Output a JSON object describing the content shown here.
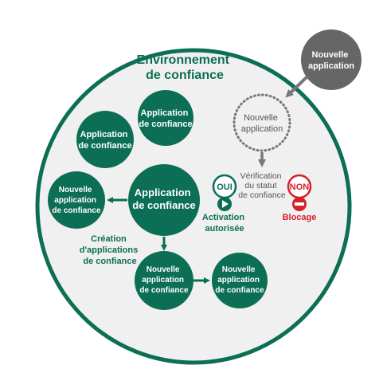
{
  "colors": {
    "green": "#0c6e55",
    "outer_fill": "#f0f0f0",
    "grey": "#777777",
    "dark_grey": "#666666",
    "red": "#d2232a",
    "white": "#ffffff"
  },
  "environment_title": [
    "Environnement",
    "de confiance"
  ],
  "new_app_external": [
    "Nouvelle",
    "application"
  ],
  "new_app_pending": [
    "Nouvelle",
    "application"
  ],
  "verification": [
    "Vérification",
    "du statut",
    "de confiance"
  ],
  "yes_label": "OUI",
  "no_label": "NON",
  "activation": [
    "Activation",
    "autorisée"
  ],
  "blocking": "Blocage",
  "trusted_app_1": [
    "Application",
    "de confiance"
  ],
  "trusted_app_2": [
    "Application",
    "de confiance"
  ],
  "trusted_app_main": [
    "Application",
    "de confiance"
  ],
  "new_trusted_left": [
    "Nouvelle",
    "application",
    "de confiance"
  ],
  "creation_label": [
    "Création",
    "d'applications",
    "de confiance"
  ],
  "new_trusted_bottom": [
    "Nouvelle",
    "application",
    "de confiance"
  ],
  "new_trusted_right": [
    "Nouvelle",
    "application",
    "de confiance"
  ],
  "icons": {
    "yes": "play-icon",
    "no": "minus-icon"
  }
}
